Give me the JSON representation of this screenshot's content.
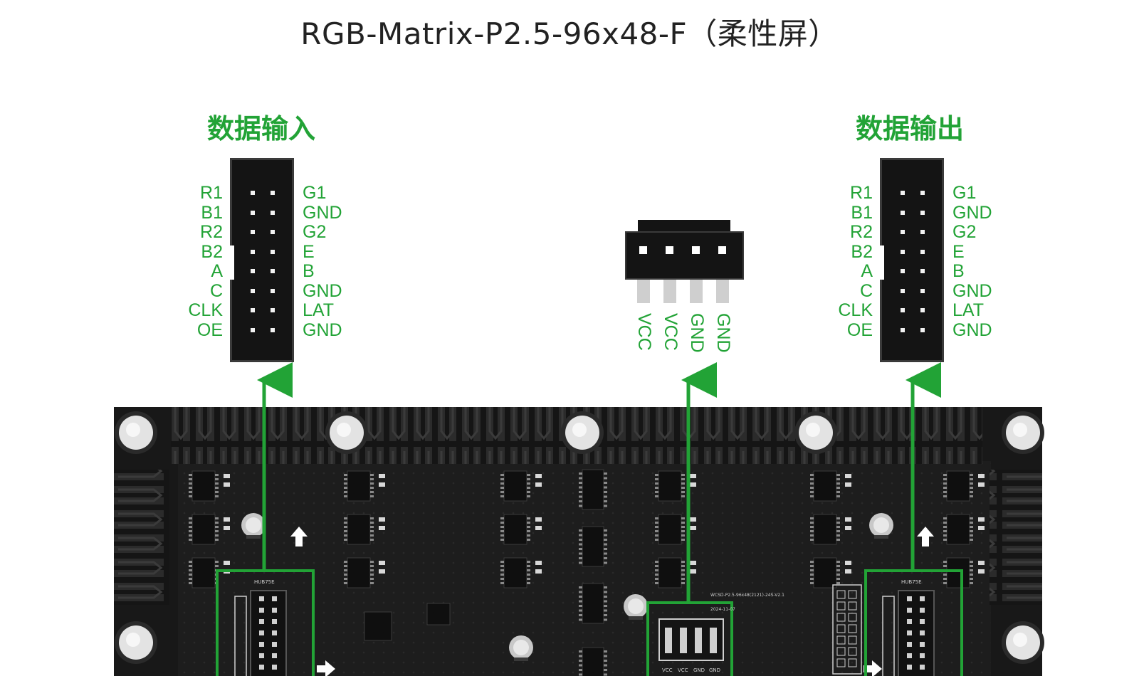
{
  "title": "RGB-Matrix-P2.5-96x48-F（柔性屏）",
  "input_header": {
    "label": "数据输入",
    "left_pins": [
      "R1",
      "B1",
      "R2",
      "B2",
      "A",
      "C",
      "CLK",
      "OE"
    ],
    "right_pins": [
      "G1",
      "GND",
      "G2",
      "E",
      "B",
      "GND",
      "LAT",
      "GND"
    ]
  },
  "output_header": {
    "label": "数据输出",
    "left_pins": [
      "R1",
      "B1",
      "R2",
      "B2",
      "A",
      "C",
      "CLK",
      "OE"
    ],
    "right_pins": [
      "G1",
      "GND",
      "G2",
      "E",
      "B",
      "GND",
      "LAT",
      "GND"
    ]
  },
  "power_connector": {
    "pins": [
      "VCC",
      "VCC",
      "GND",
      "GND"
    ]
  },
  "board": {
    "silkscreen_title": "HUB75E",
    "silkscreen_model": "WCSD-P2.5-96x48(2121)-24S-V2.1",
    "silkscreen_date": "2024-11-07",
    "power_pins": [
      "VCC",
      "VCC",
      "GND",
      "GND"
    ]
  },
  "colors": {
    "accent": "#22a336",
    "connector": "#141414",
    "board": "#1c1c1c"
  }
}
